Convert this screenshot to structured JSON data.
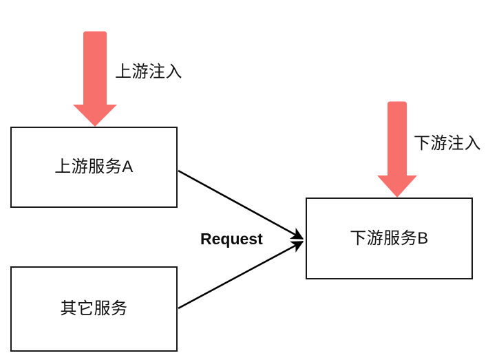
{
  "diagram": {
    "title": "upstream-downstream fault injection flow",
    "background": "#ffffff",
    "colors": {
      "injection_arrow": "#F8706C",
      "node_border": "#1a1a1a",
      "node_fill": "#ffffff",
      "edge_line": "#000000",
      "text": "#111111"
    },
    "nodes": [
      {
        "id": "upstream_a",
        "label": "上游服务A"
      },
      {
        "id": "other",
        "label": "其它服务"
      },
      {
        "id": "downstream_b",
        "label": "下游服务B"
      }
    ],
    "annotations": [
      {
        "id": "upstream_inject",
        "label": "上游注入"
      },
      {
        "id": "downstream_inject",
        "label": "下游注入"
      }
    ],
    "edges": [
      {
        "id": "a_to_b",
        "label": "Request",
        "from": "upstream_a",
        "to": "downstream_b"
      },
      {
        "id": "other_to_b",
        "label": "",
        "from": "other",
        "to": "downstream_b"
      }
    ],
    "injection_arrows": [
      {
        "id": "upstream_injection_arrow",
        "target": "upstream_a",
        "direction": "down"
      },
      {
        "id": "downstream_injection_arrow",
        "target": "downstream_b",
        "direction": "down"
      }
    ]
  }
}
